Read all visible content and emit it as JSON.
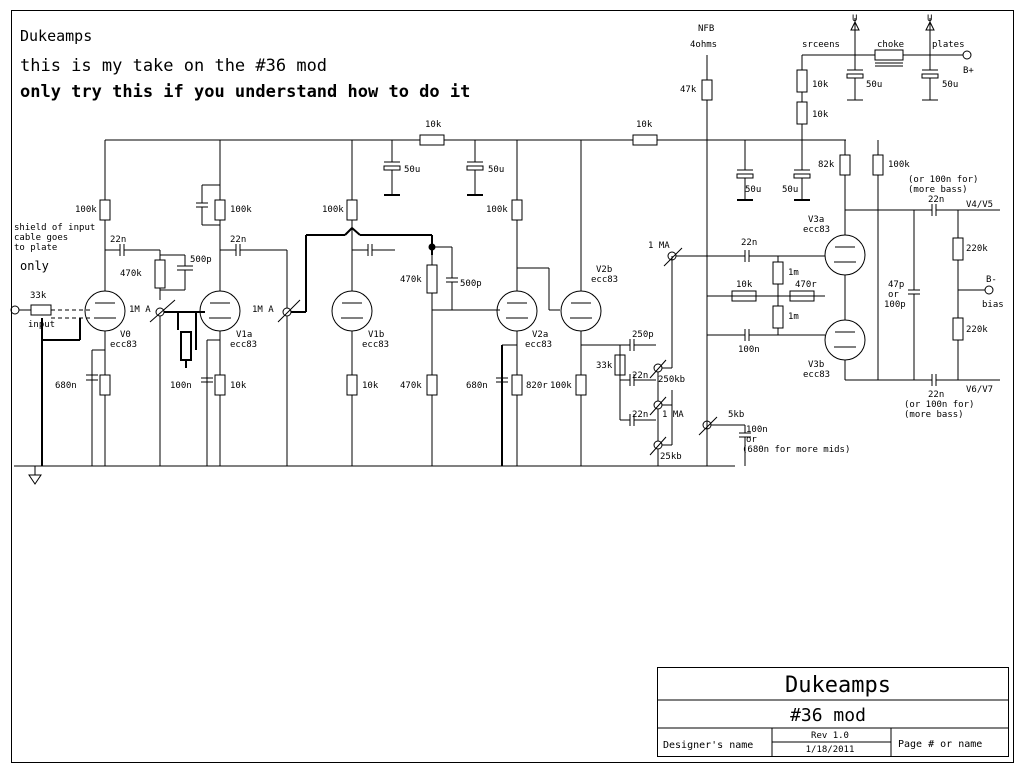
{
  "header": {
    "brand": "Dukeamps",
    "line1": "this is my take on the #36 mod",
    "line2": "only try this if you understand how to do it"
  },
  "title_block": {
    "company": "Dukeamps",
    "title": "#36 mod",
    "designer": "Designer's name",
    "rev": "Rev 1.0",
    "date": "1/18/2011",
    "page": "Page # or name"
  },
  "labels": {
    "shield": [
      "shield of input",
      "cable goes",
      "to plate"
    ],
    "only": "only",
    "input": "input",
    "r_in": "33k",
    "v0": "V0",
    "v0_type": "ecc83",
    "v0_plate": "100k",
    "v0_cath": "680n",
    "c22_a": "22n",
    "r470_a": "470k",
    "c500_a": "500p",
    "pot_1ma_a": "1M A",
    "v1a": "V1a",
    "v1a_type": "ecc83",
    "v1a_plate": "100k",
    "c22_b": "22n",
    "c100_a": "100n",
    "r10_a": "10k",
    "pot_1ma_b": "1M A",
    "v1b": "V1b",
    "v1b_type": "ecc83",
    "v1b_plate": "100k",
    "r470_b": "470k",
    "c500_b": "500p",
    "r10_b": "10k",
    "r470_c": "470k",
    "cap50_a": "50u",
    "cap50_b": "50u",
    "r10_rail1": "10k",
    "v2a": "V2a",
    "v2a_type": "ecc83",
    "v2a_plate": "100k",
    "v2a_c680": "680n",
    "v2a_r820": "820r",
    "v2b_r100": "100k",
    "v2b": "V2b",
    "v2b_type": "ecc83",
    "r10_rail2": "10k",
    "c250": "250p",
    "r33": "33k",
    "c22_t1": "22n",
    "pot250": "250kb",
    "c22_t2": "22n",
    "pot_1ma_c": "1 MA",
    "pot25": "25kb",
    "pot5k": "5kb",
    "c_mid": [
      "100n",
      "or",
      "(680n for more mids)"
    ],
    "nfb": [
      "NFB",
      "4ohms"
    ],
    "r47k": "47k",
    "pot_1ma_pi": "1 MA",
    "c22_pi": "22n",
    "r1m_a": "1m",
    "r10k_pi": "10k",
    "r470r": "470r",
    "r1m_b": "1m",
    "c100_pi": "100n",
    "cap50_c": "50u",
    "cap50_d": "50u",
    "r82k": "82k",
    "r100k_pi": "100k",
    "v3a": "V3a",
    "v3a_type": "ecc83",
    "v3b": "V3b",
    "v3b_type": "ecc83",
    "note_top": [
      "(or 100n for)",
      "(more bass)"
    ],
    "c22_top": "22n",
    "v4v5": "V4/V5",
    "r220_a": "220k",
    "b_minus": "B-",
    "bias": "bias",
    "r220_b": "220k",
    "c47p": [
      "47p",
      "or",
      "100p"
    ],
    "c22_bot": "22n",
    "note_bot": [
      "(or 100n for)",
      "(more bass)"
    ],
    "v6v7": "V6/V7",
    "screens": "srceens",
    "choke": "choke",
    "plates": "plates",
    "u1": "U",
    "u2": "U",
    "bplus": "B+",
    "r10_scr1": "10k",
    "r10_scr2": "10k",
    "cap50_e": "50u",
    "cap50_f": "50u"
  }
}
